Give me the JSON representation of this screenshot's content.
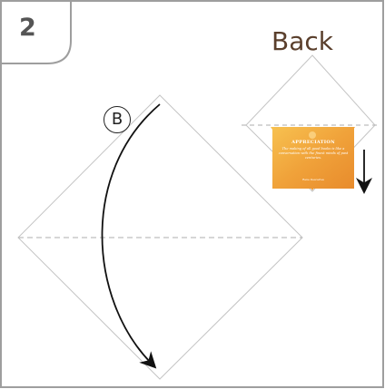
{
  "step": {
    "number": "2"
  },
  "back_view": {
    "label": "Back",
    "card": {
      "title": "APPRECIATION",
      "quote": "The making of all good books is like a conversation with the finest minds of past centuries.",
      "author": "Rene Descartes"
    }
  },
  "fold": {
    "label": "B"
  },
  "colors": {
    "border": "#9e9e9e",
    "paper_edge": "#c4c4c4",
    "fold_line": "#bdbdbd",
    "arrow": "#111111",
    "card_orange": "#f2a33a",
    "step_text": "#555555",
    "back_text": "#5a3f2c"
  }
}
